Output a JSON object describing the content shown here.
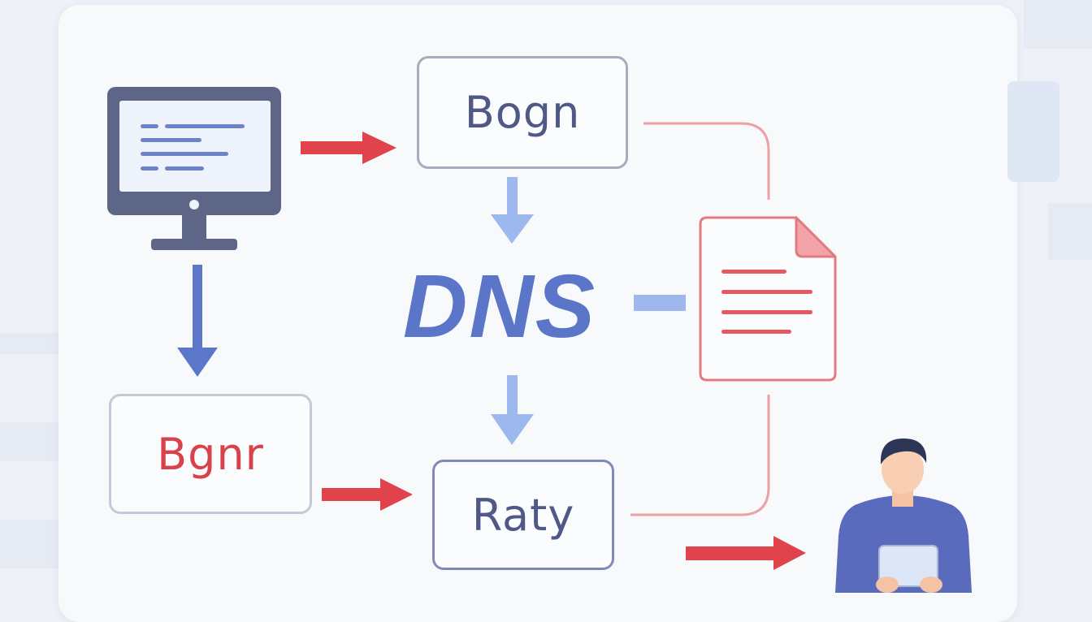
{
  "nodes": {
    "bogn": "Bogn",
    "bgnr": "Bgnr",
    "raty": "Raty",
    "dns": "DNS"
  },
  "colors": {
    "red": "#e0434c",
    "blue_dark": "#5a77c9",
    "blue_light": "#9cb8ee",
    "slate": "#5e6688",
    "box_border": "#a7adbf",
    "dns_text": "#5b76c8",
    "doc_border": "#e27b7f",
    "doc_lines": "#e45a61"
  },
  "icons": [
    "computer-monitor-icon",
    "document-icon",
    "person-with-tablet-icon"
  ]
}
